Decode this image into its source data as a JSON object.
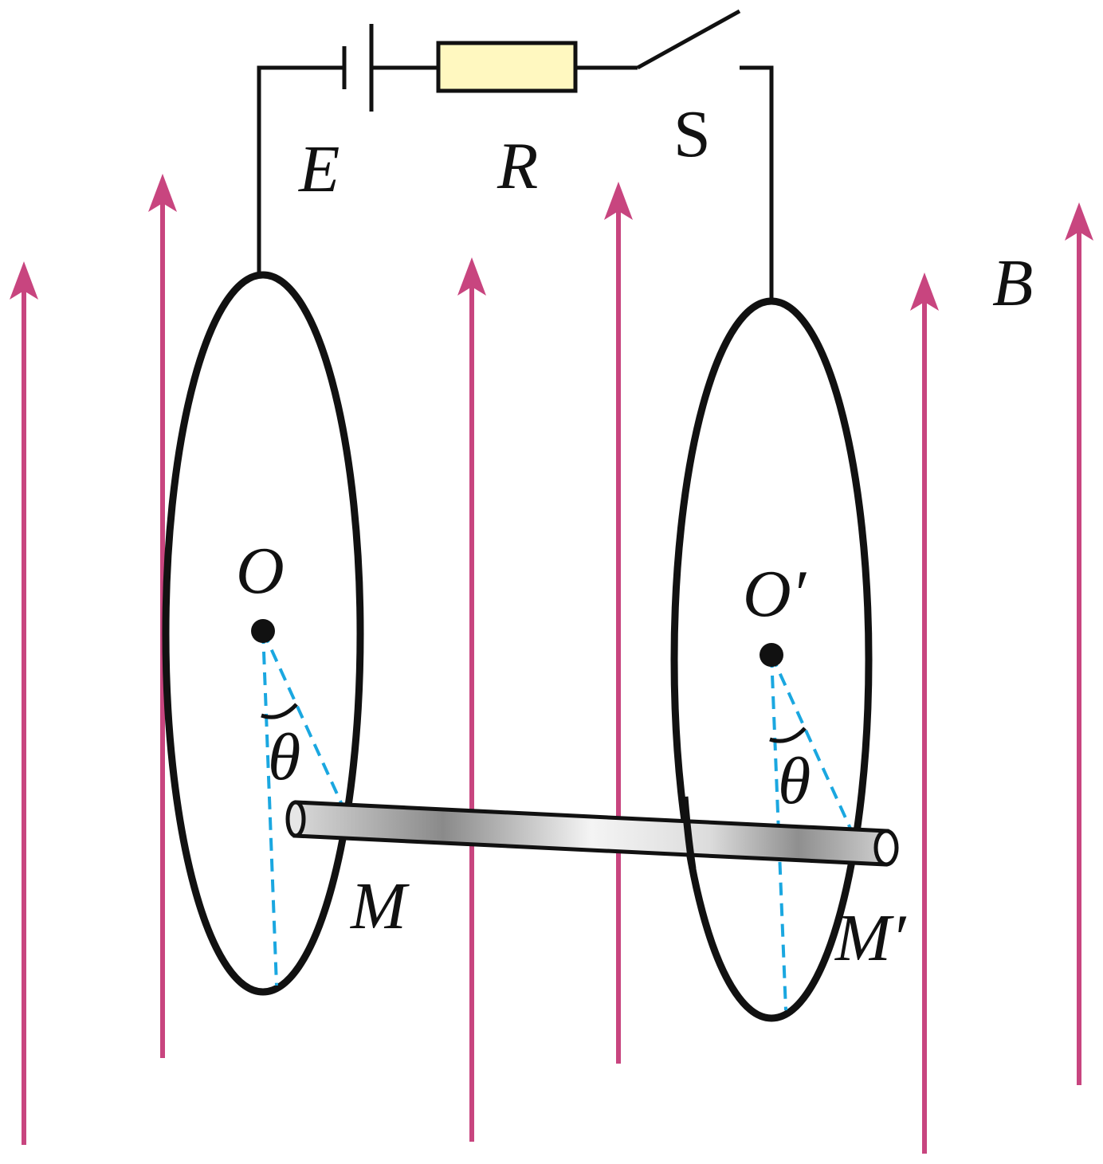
{
  "labels": {
    "emf": "E",
    "resistor": "R",
    "switch": "S",
    "field": "B",
    "center_left": "O",
    "center_right": "O′",
    "angle_left": "θ",
    "angle_right": "θ",
    "point_left": "M",
    "point_right": "M′"
  },
  "colors": {
    "field_line": "#c8457f",
    "wire": "#111111",
    "resistor_fill": "#fff8c0",
    "dashed_line": "#1aa7e0",
    "rod_light": "#f4f4f4",
    "rod_dark": "#8a8a8a"
  }
}
